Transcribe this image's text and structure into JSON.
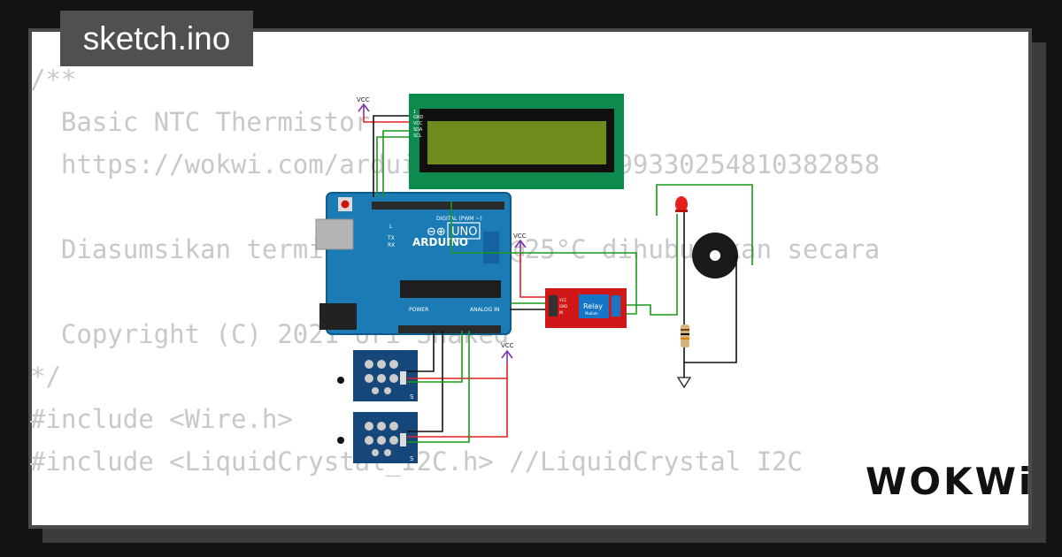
{
  "tab": {
    "filename": "sketch.ino"
  },
  "code_lines": [
    "/**",
    "  Basic NTC Thermistor",
    "  https://wokwi.com/arduino/projects/299330254810382858",
    "",
    "  Diasumsikan termistor NTC 10K@25°C dihubungkan secara",
    "",
    "  Copyright (C) 2021 Uri Shaked",
    "*/",
    "#include <Wire.h>",
    "#include <LiquidCrystal_I2C.h> //LiquidCrystal I2C"
  ],
  "diagram": {
    "vcc_label": "VCC",
    "lcd_pins": [
      "1",
      "GND",
      "VCC",
      "SDA",
      "SCL"
    ],
    "board": {
      "brand": "ARDUINO",
      "model": "UNO",
      "digital_label": "DIGITAL (PWM ~)",
      "power_label": "POWER",
      "analog_label": "ANALOG IN",
      "led_labels": [
        "L",
        "TX",
        "RX"
      ]
    },
    "relay": {
      "title": "Relay",
      "subtitle": "Module",
      "pins": [
        "VCC",
        "GND",
        "IN"
      ]
    },
    "sensor_pin": "S"
  },
  "logo": {
    "text": "WOKWi"
  }
}
